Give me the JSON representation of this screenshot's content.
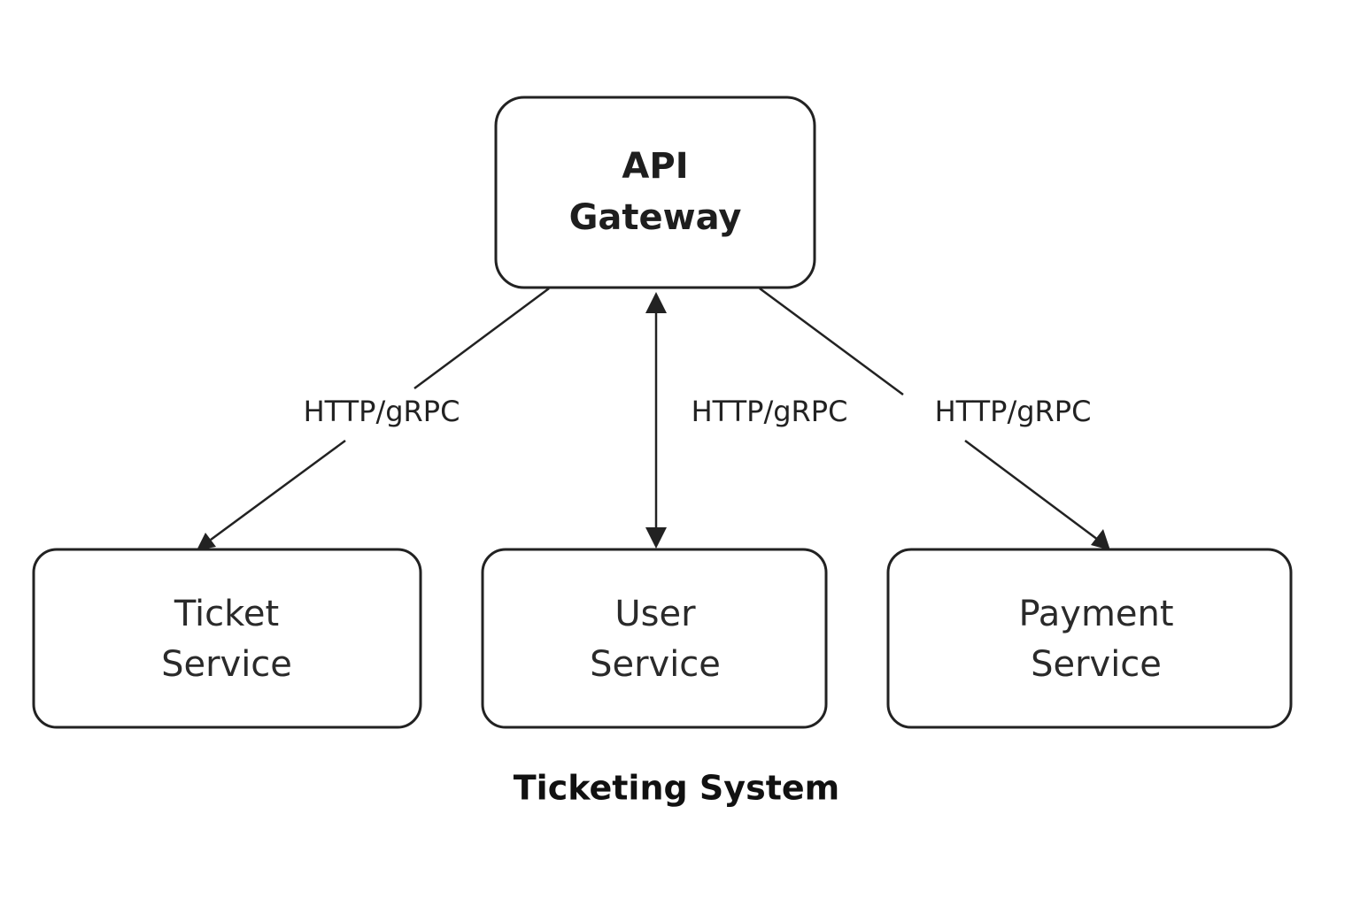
{
  "nodes": {
    "gateway": {
      "line1": "API",
      "line2": "Gateway"
    },
    "ticket": {
      "line1": "Ticket",
      "line2": "Service"
    },
    "user": {
      "line1": "User",
      "line2": "Service"
    },
    "payment": {
      "line1": "Payment",
      "line2": "Service"
    }
  },
  "edges": {
    "ticket": {
      "label": "HTTP/gRPC"
    },
    "user": {
      "label": "HTTP/gRPC"
    },
    "payment": {
      "label": "HTTP/gRPC"
    }
  },
  "caption": "Ticketing System",
  "colors": {
    "stroke": "#222222",
    "background": "#ffffff"
  }
}
